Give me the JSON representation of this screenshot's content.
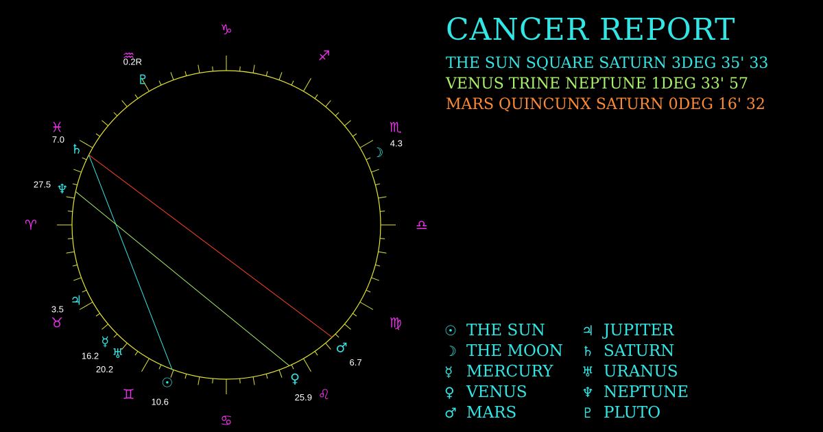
{
  "report": {
    "title": "CANCER REPORT",
    "aspects": [
      {
        "text": "THE SUN SQUARE SATURN 3DEG 35' 33",
        "color": "#33e6e6"
      },
      {
        "text": "VENUS TRINE NEPTUNE 1DEG 33' 57",
        "color": "#aaf06a"
      },
      {
        "text": "MARS QUINCUNX SATURN 0DEG 16' 32",
        "color": "#ff8a33"
      }
    ]
  },
  "legend": [
    {
      "glyph": "☉",
      "label": "THE SUN",
      "icon": "sun-icon"
    },
    {
      "glyph": "☽",
      "label": "THE MOON",
      "icon": "moon-icon"
    },
    {
      "glyph": "☿",
      "label": "MERCURY",
      "icon": "mercury-icon"
    },
    {
      "glyph": "♀",
      "label": "VENUS",
      "icon": "venus-icon"
    },
    {
      "glyph": "♂",
      "label": "MARS",
      "icon": "mars-icon"
    },
    {
      "glyph": "♃",
      "label": "JUPITER",
      "icon": "jupiter-icon"
    },
    {
      "glyph": "♄",
      "label": "SATURN",
      "icon": "saturn-icon"
    },
    {
      "glyph": "♅",
      "label": "URANUS",
      "icon": "uranus-icon"
    },
    {
      "glyph": "♆",
      "label": "NEPTUNE",
      "icon": "neptune-icon"
    },
    {
      "glyph": "♇",
      "label": "PLUTO",
      "icon": "pluto-icon"
    }
  ],
  "colors": {
    "wheel": "#e6e633",
    "sign": "#e633e6",
    "planet": "#33e6e6",
    "degree_text": "#ffffff"
  },
  "chart_data": {
    "type": "astrology-wheel",
    "signs": [
      {
        "glyph": "♋",
        "name": "cancer",
        "angle": 270
      },
      {
        "glyph": "♌",
        "name": "leo",
        "angle": 300
      },
      {
        "glyph": "♍",
        "name": "virgo",
        "angle": 330
      },
      {
        "glyph": "♎",
        "name": "libra",
        "angle": 0
      },
      {
        "glyph": "♏",
        "name": "scorpio",
        "angle": 30
      },
      {
        "glyph": "♐",
        "name": "sagittarius",
        "angle": 60
      },
      {
        "glyph": "♑",
        "name": "capricorn",
        "angle": 90
      },
      {
        "glyph": "♒",
        "name": "aquarius",
        "angle": 120
      },
      {
        "glyph": "♓",
        "name": "pisces",
        "angle": 150
      },
      {
        "glyph": "♈",
        "name": "aries",
        "angle": 180
      },
      {
        "glyph": "♉",
        "name": "taurus",
        "angle": 210
      },
      {
        "glyph": "♊",
        "name": "gemini",
        "angle": 240
      }
    ],
    "planets": [
      {
        "name": "sun",
        "glyph": "☉",
        "angle": 249.4,
        "degree": "10.6"
      },
      {
        "name": "moon",
        "glyph": "☽",
        "angle": 25.7,
        "degree": "4.3"
      },
      {
        "name": "mercury",
        "glyph": "☿",
        "angle": 223.8,
        "degree": "16.2"
      },
      {
        "name": "venus",
        "glyph": "♀",
        "angle": 294.1,
        "degree": "25.9"
      },
      {
        "name": "mars",
        "glyph": "♂",
        "angle": 313.3,
        "degree": "6.7"
      },
      {
        "name": "jupiter",
        "glyph": "♃",
        "angle": 206.5,
        "degree": "3.5"
      },
      {
        "name": "saturn",
        "glyph": "♄",
        "angle": 153,
        "degree": "7.0"
      },
      {
        "name": "uranus",
        "glyph": "♅",
        "angle": 229.8,
        "degree": "20.2"
      },
      {
        "name": "neptune",
        "glyph": "♆",
        "angle": 167.5,
        "degree": "27.5"
      },
      {
        "name": "pluto",
        "glyph": "♇",
        "angle": 119.8,
        "degree": "0.2R"
      }
    ],
    "aspects": [
      {
        "from": "sun",
        "to": "saturn",
        "color": "#33e6e6"
      },
      {
        "from": "venus",
        "to": "neptune",
        "color": "#aaf06a"
      },
      {
        "from": "mars",
        "to": "saturn",
        "color": "#ff4422"
      }
    ]
  }
}
